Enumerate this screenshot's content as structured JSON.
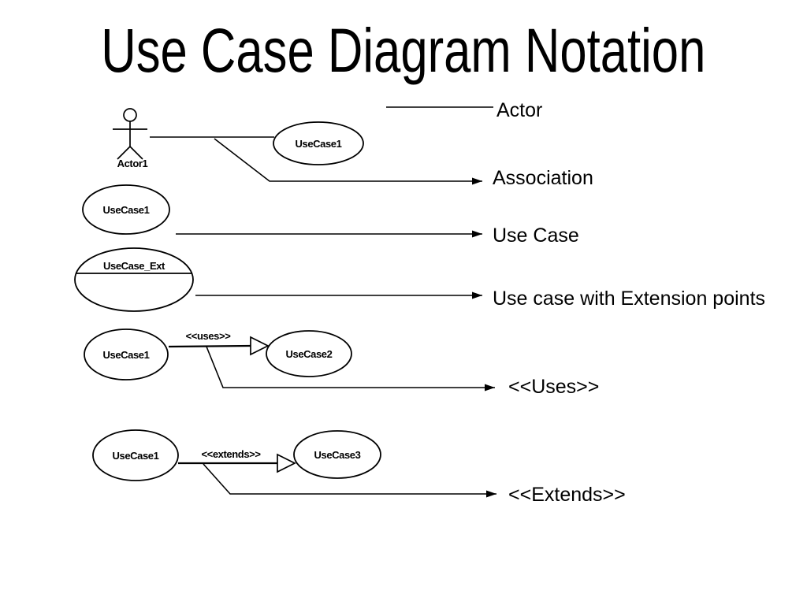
{
  "slide": {
    "title": "Use Case Diagram Notation"
  },
  "colors": {
    "background": "#ffffff",
    "ink": "#000000"
  },
  "diagram": {
    "actor_label": "Actor1",
    "row1_usecase": "UseCase1",
    "row2_usecase": "UseCase1",
    "row3_usecase": "UseCase_Ext",
    "row4_usecase_left": "UseCase1",
    "row4_stereotype": "<<uses>>",
    "row4_usecase_right": "UseCase2",
    "row5_usecase_left": "UseCase1",
    "row5_stereotype": "<<extends>>",
    "row5_usecase_right": "UseCase3"
  },
  "callouts": {
    "actor": "Actor",
    "association": "Association",
    "use_case": "Use Case",
    "extension": "Use case with Extension points",
    "uses": "<<Uses>>",
    "extends": "<<Extends>>"
  }
}
